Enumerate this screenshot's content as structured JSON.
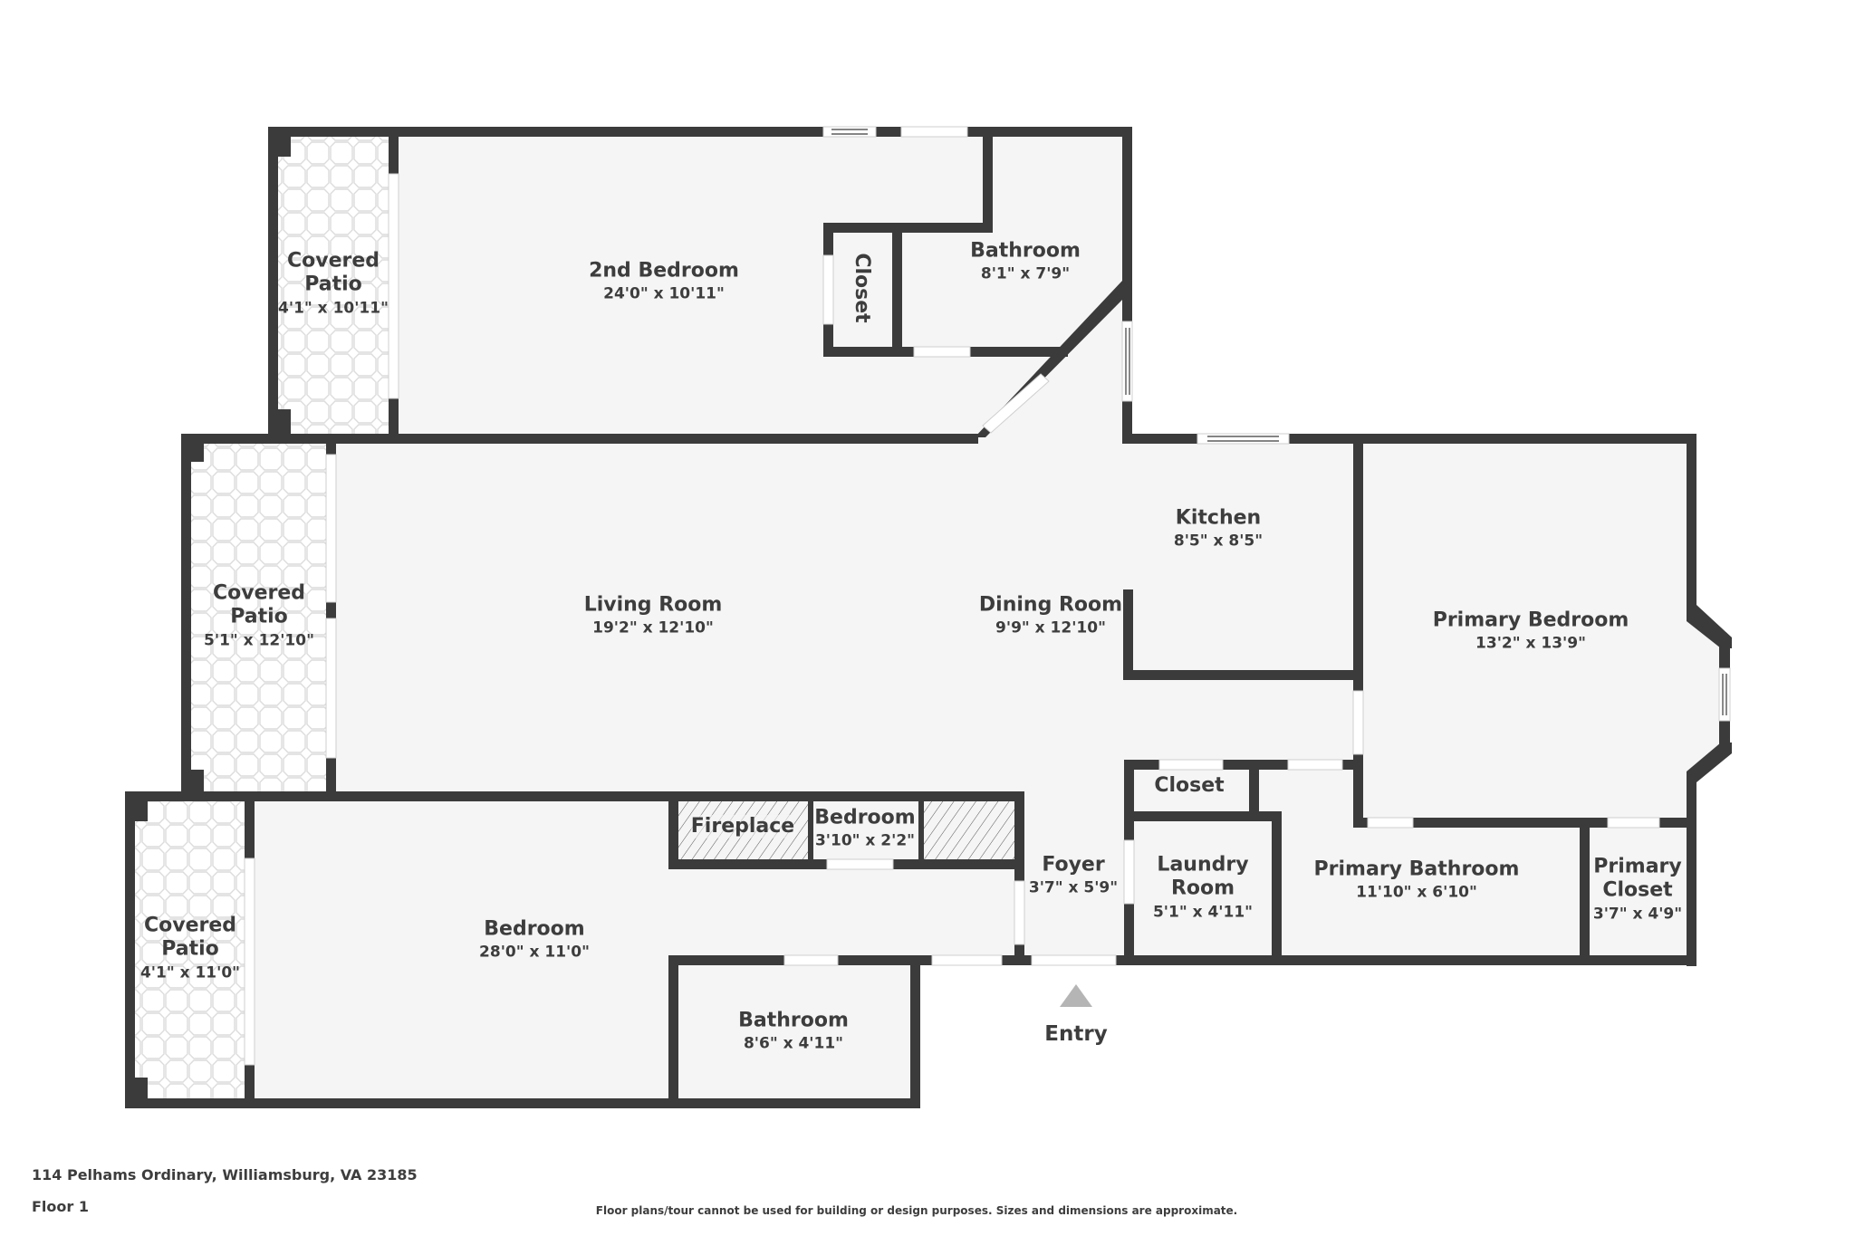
{
  "plan": {
    "address": "114 Pelhams Ordinary, Williamsburg, VA 23185",
    "floor": "Floor 1",
    "disclaimer": "Floor plans/tour cannot be used for building or design purposes. Sizes and dimensions are approximate.",
    "entry_label": "Entry",
    "colors": {
      "wall": "#3b3b3b",
      "floor": "#f5f5f5",
      "patio_tile": "#dcdcdc",
      "entry_marker": "#b5b5b5",
      "text": "#3d3d3d"
    }
  },
  "rooms": {
    "patio_top": {
      "name_line1": "Covered",
      "name_line2": "Patio",
      "dims": "4'1\" x 10'11\""
    },
    "second_bedroom": {
      "name": "2nd Bedroom",
      "dims": "24'0\" x 10'11\""
    },
    "closet_top": {
      "name": "Closet"
    },
    "bathroom_top": {
      "name": "Bathroom",
      "dims": "8'1\" x 7'9\""
    },
    "patio_middle": {
      "name_line1": "Covered",
      "name_line2": "Patio",
      "dims": "5'1\" x 12'10\""
    },
    "living_room": {
      "name": "Living Room",
      "dims": "19'2\" x 12'10\""
    },
    "dining_room": {
      "name": "Dining Room",
      "dims": "9'9\" x 12'10\""
    },
    "kitchen": {
      "name": "Kitchen",
      "dims": "8'5\" x 8'5\""
    },
    "primary_bedroom": {
      "name": "Primary Bedroom",
      "dims": "13'2\" x 13'9\""
    },
    "patio_bottom": {
      "name_line1": "Covered",
      "name_line2": "Patio",
      "dims": "4'1\" x 11'0\""
    },
    "bedroom": {
      "name": "Bedroom",
      "dims": "28'0\" x 11'0\""
    },
    "fireplace": {
      "name": "Fireplace"
    },
    "bedroom_closet": {
      "name": "Bedroom",
      "dims": "3'10\" x 2'2\""
    },
    "bathroom_bottom": {
      "name": "Bathroom",
      "dims": "8'6\" x 4'11\""
    },
    "foyer": {
      "name": "Foyer",
      "dims": "3'7\" x 5'9\""
    },
    "closet_hall": {
      "name": "Closet"
    },
    "laundry_room": {
      "name_line1": "Laundry",
      "name_line2": "Room",
      "dims": "5'1\" x 4'11\""
    },
    "primary_bathroom": {
      "name": "Primary Bathroom",
      "dims": "11'10\" x 6'10\""
    },
    "primary_closet": {
      "name_line1": "Primary",
      "name_line2": "Closet",
      "dims": "3'7\" x 4'9\""
    }
  }
}
